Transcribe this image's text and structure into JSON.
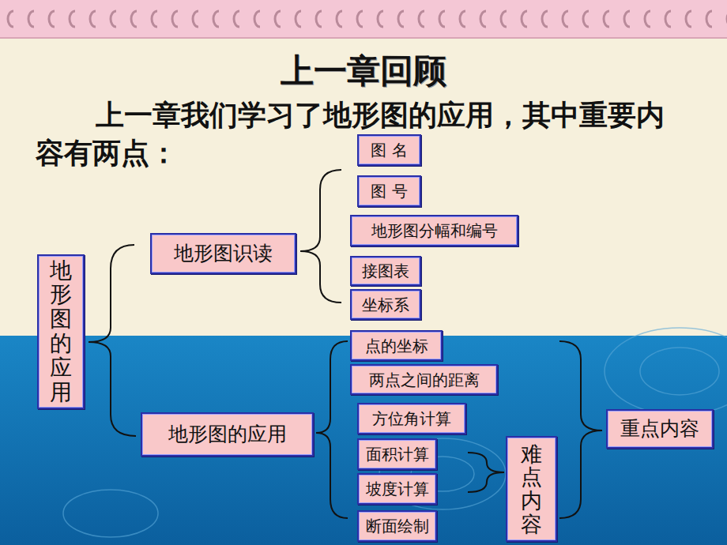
{
  "diagram": {
    "title": "上一章回顾",
    "nodes": [
      {
        "text": [
          "地形图的应用"
        ]
      },
      {
        "text": [
          "地形图识读"
        ]
      },
      {
        "text": [
          "地形图的应用"
        ]
      },
      {
        "text": [
          "图 名"
        ]
      },
      {
        "text": [
          "图 号"
        ]
      },
      {
        "text": [
          "地形图分幅和编号"
        ]
      },
      {
        "text": [
          "接图表"
        ]
      },
      {
        "text": [
          "坐标系"
        ]
      },
      {
        "text": [
          "点的坐标"
        ]
      },
      {
        "text": [
          "两点之间的距离"
        ]
      },
      {
        "text": [
          "方位角计算"
        ]
      },
      {
        "text": [
          "面积计算"
        ]
      },
      {
        "text": [
          "坡度计算"
        ]
      },
      {
        "text": [
          "断面绘制"
        ]
      },
      {
        "text": [
          "重点内容"
        ]
      },
      {
        "text": [
          "难点内容"
        ]
      }
    ],
    "labels": [
      "上一章我们学习了地形图的应用，其中重要内容有两点："
    ]
  }
}
